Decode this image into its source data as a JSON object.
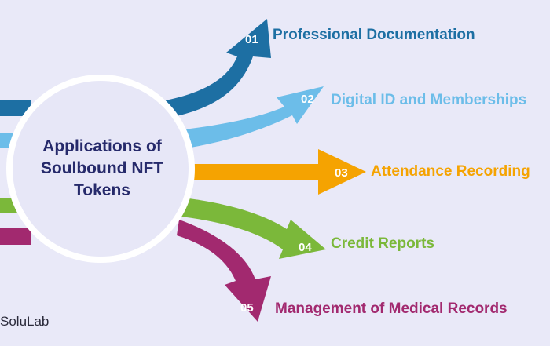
{
  "title_lines": [
    "Applications of",
    "Soulbound NFT",
    "Tokens"
  ],
  "brand": "SoluLab",
  "colors": {
    "background": "#e9e9f8",
    "title": "#262a6b",
    "circle_border": "#ffffff",
    "circle_fill": "#e7e7f7"
  },
  "items": [
    {
      "number": "01",
      "label": "Professional Documentation",
      "color": "#1d6fa3"
    },
    {
      "number": "02",
      "label": "Digital ID and Memberships",
      "color": "#6cbde9"
    },
    {
      "number": "03",
      "label": "Attendance Recording",
      "color": "#f5a301"
    },
    {
      "number": "04",
      "label": "Credit Reports",
      "color": "#7bb83a"
    },
    {
      "number": "05",
      "label": "Management of Medical Records",
      "color": "#a2296f"
    }
  ]
}
